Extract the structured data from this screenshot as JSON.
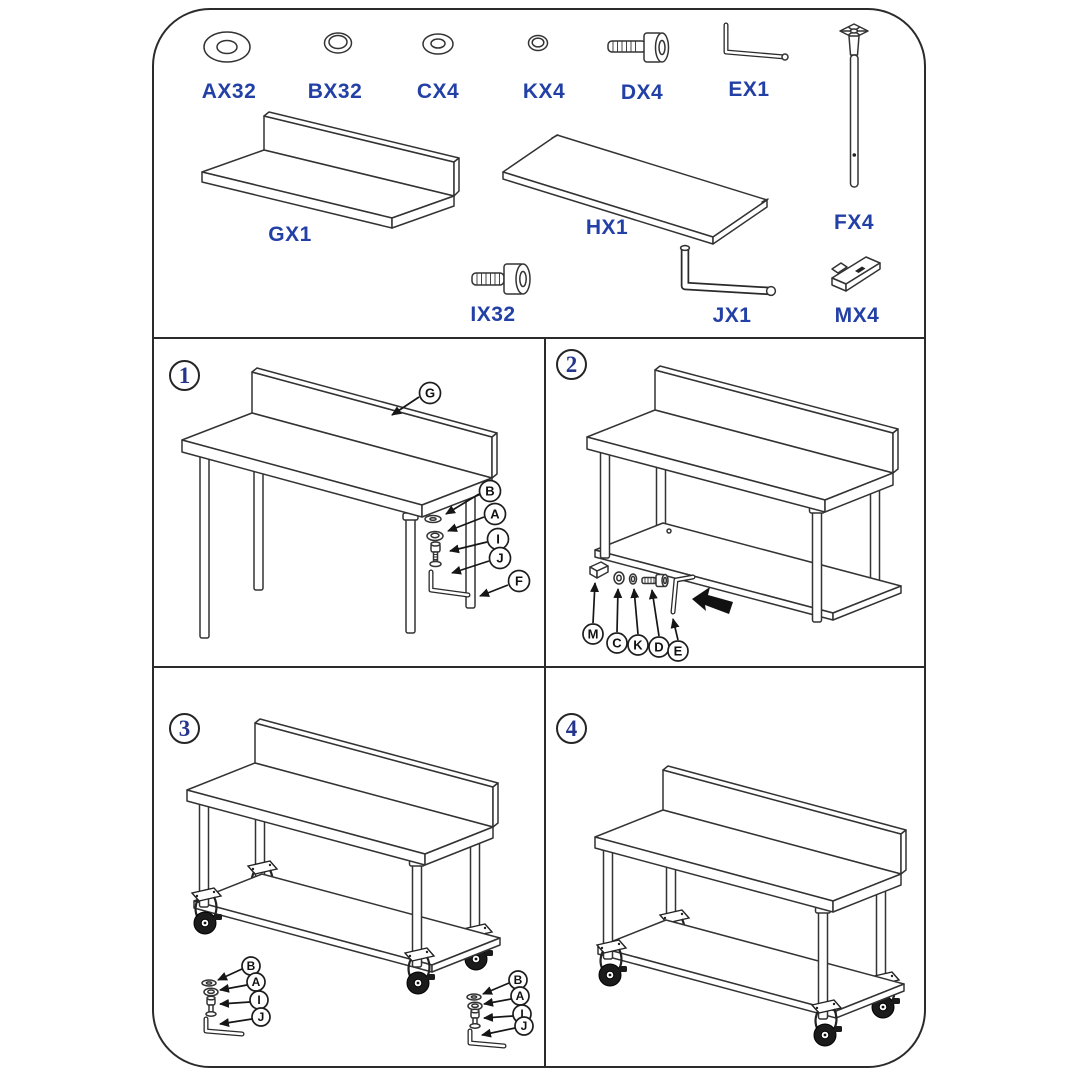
{
  "sheet": {
    "parts": {
      "ax32": "AX32",
      "bx32": "BX32",
      "cx4": "CX4",
      "kx4": "KX4",
      "dx4": "DX4",
      "ex1": "EX1",
      "gx1": "GX1",
      "hx1": "HX1",
      "fx4": "FX4",
      "ix32": "IX32",
      "jx1": "JX1",
      "mx4": "MX4"
    },
    "steps": {
      "s1": {
        "num": "1",
        "callouts": {
          "g": "G",
          "b": "B",
          "a": "A",
          "i": "I",
          "j": "J",
          "f": "F"
        }
      },
      "s2": {
        "num": "2",
        "callouts": {
          "m": "M",
          "c": "C",
          "k": "K",
          "d": "D",
          "e": "E"
        }
      },
      "s3": {
        "num": "3",
        "callouts": {
          "b": "B",
          "a": "A",
          "i": "I",
          "j": "J"
        }
      },
      "s4": {
        "num": "4"
      }
    },
    "colors": {
      "part_label": "#2340A6",
      "step_number": "#26358C",
      "line": "#333333"
    }
  }
}
